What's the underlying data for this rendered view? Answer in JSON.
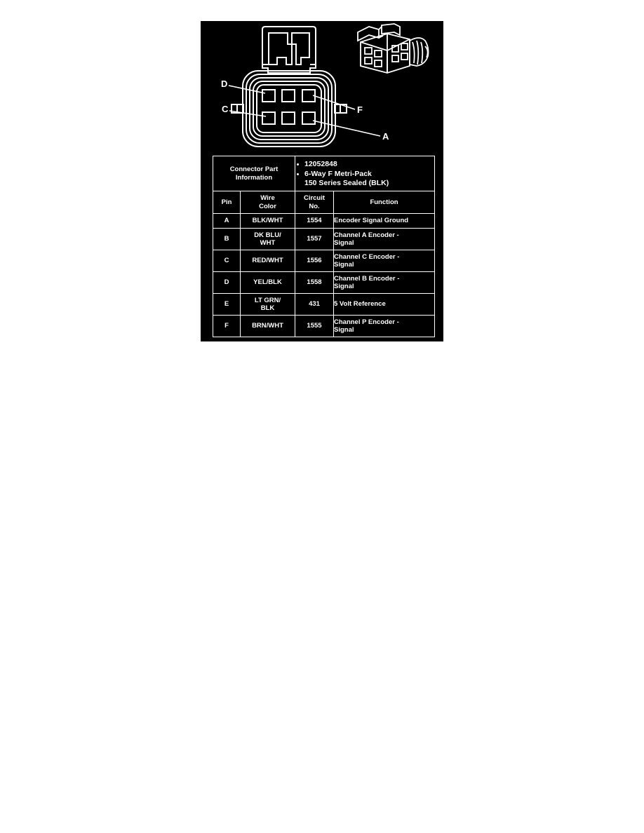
{
  "figure": {
    "diagram": {
      "title_icon": "connector-face-diagram",
      "callouts": [
        {
          "id": "d",
          "label": "D"
        },
        {
          "id": "c",
          "label": "C"
        },
        {
          "id": "f",
          "label": "F"
        },
        {
          "id": "a",
          "label": "A"
        }
      ]
    },
    "table": {
      "connector_part_information_label": "Connector Part\nInformation",
      "connector_part_information_label_line1": "Connector Part",
      "connector_part_information_label_line2": "Information",
      "part_bullets": [
        {
          "text": "12052848",
          "sub": ""
        },
        {
          "text": "6-Way F Metri-Pack",
          "sub": "150 Series Sealed (BLK)"
        }
      ],
      "headers": {
        "pin": "Pin",
        "wire_color_line1": "Wire",
        "wire_color_line2": "Color",
        "circuit_no_line1": "Circuit",
        "circuit_no_line2": "No.",
        "function": "Function"
      },
      "rows": [
        {
          "pin": "A",
          "wire_color_line1": "BLK/WHT",
          "wire_color_line2": "",
          "circuit_no": "1554",
          "function_line1": "Encoder Signal Ground",
          "function_line2": ""
        },
        {
          "pin": "B",
          "wire_color_line1": "DK BLU/",
          "wire_color_line2": "WHT",
          "circuit_no": "1557",
          "function_line1": "Channel A Encoder -",
          "function_line2": "Signal"
        },
        {
          "pin": "C",
          "wire_color_line1": "RED/WHT",
          "wire_color_line2": "",
          "circuit_no": "1556",
          "function_line1": "Channel C Encoder -",
          "function_line2": "Signal"
        },
        {
          "pin": "D",
          "wire_color_line1": "YEL/BLK",
          "wire_color_line2": "",
          "circuit_no": "1558",
          "function_line1": "Channel B Encoder -",
          "function_line2": "Signal"
        },
        {
          "pin": "E",
          "wire_color_line1": "LT GRN/",
          "wire_color_line2": "BLK",
          "circuit_no": "431",
          "function_line1": "5 Volt Reference",
          "function_line2": ""
        },
        {
          "pin": "F",
          "wire_color_line1": "BRN/WHT",
          "wire_color_line2": "",
          "circuit_no": "1555",
          "function_line1": "Channel P Encoder -",
          "function_line2": "Signal"
        }
      ]
    }
  },
  "colors": {
    "page_background": "#ffffff",
    "panel_background": "#000000",
    "line_color": "#ffffff"
  }
}
